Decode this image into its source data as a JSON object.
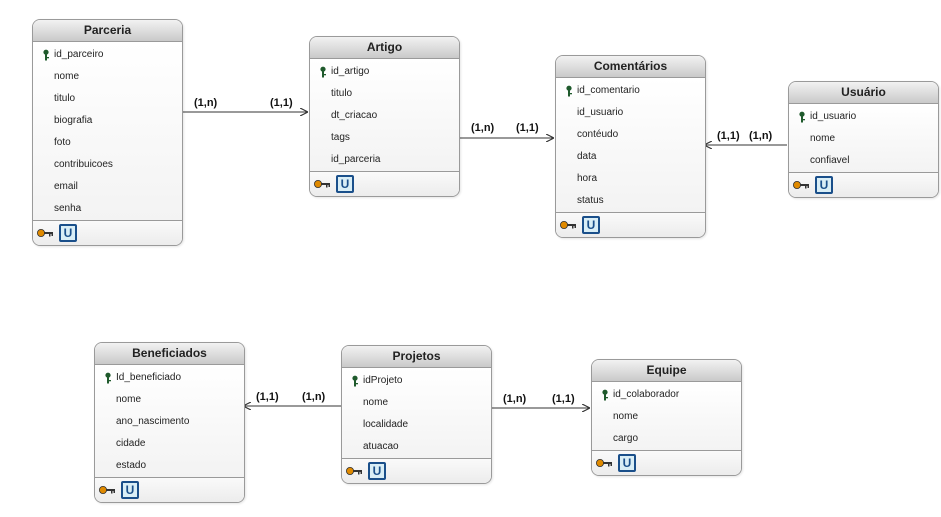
{
  "entities": {
    "parceria": {
      "title": "Parceria",
      "pk": "id_parceiro",
      "fields": [
        "nome",
        "titulo",
        "biografia",
        "foto",
        "contribuicoes",
        "email",
        "senha"
      ]
    },
    "artigo": {
      "title": "Artigo",
      "pk": "id_artigo",
      "fields": [
        "titulo",
        "dt_criacao",
        "tags",
        "id_parceria"
      ]
    },
    "comentarios": {
      "title": "Comentários",
      "pk": "id_comentario",
      "fields": [
        "id_usuario",
        "contéudo",
        "data",
        "hora",
        "status"
      ]
    },
    "usuario": {
      "title": "Usuário",
      "pk": "id_usuario",
      "fields": [
        "nome",
        "confiavel"
      ]
    },
    "beneficiados": {
      "title": "Beneficiados",
      "pk": "Id_beneficiado",
      "fields": [
        "nome",
        "ano_nascimento",
        "cidade",
        "estado"
      ]
    },
    "projetos": {
      "title": "Projetos",
      "pk": "idProjeto",
      "fields": [
        "nome",
        "localidade",
        "atuacao"
      ]
    },
    "equipe": {
      "title": "Equipe",
      "pk": "id_colaborador",
      "fields": [
        "nome",
        "cargo"
      ]
    }
  },
  "footer_u": "U",
  "cardinalities": {
    "parceria_artigo": {
      "left": "(1,n)",
      "right": "(1,1)"
    },
    "artigo_comentarios": {
      "left": "(1,n)",
      "right": "(1,1)"
    },
    "usuario_comentarios": {
      "left": "(1,1)",
      "right": "(1,n)"
    },
    "projetos_benef": {
      "left": "(1,1)",
      "right": "(1,n)"
    },
    "projetos_equipe": {
      "left": "(1,n)",
      "right": "(1,1)"
    }
  },
  "colors": {
    "header_top": "#f2f2f2",
    "header_bottom": "#c9c9c9",
    "border": "#9a9a9a",
    "u_icon": "#1a4f8a",
    "key_icon": "#e08a00"
  }
}
